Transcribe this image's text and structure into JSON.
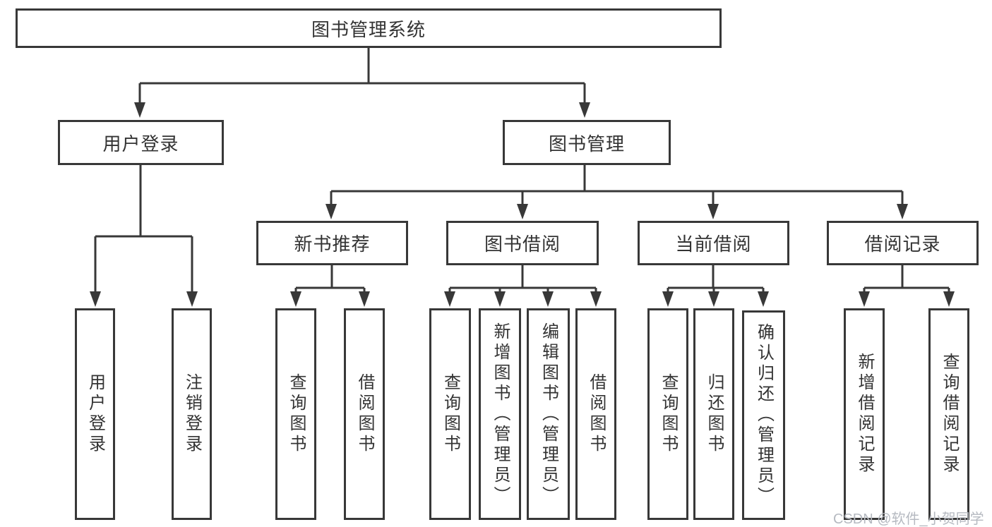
{
  "diagram": {
    "root": {
      "label": "图书管理系统"
    },
    "level2": [
      {
        "label": "用户登录"
      },
      {
        "label": "图书管理"
      }
    ],
    "level3": [
      {
        "label": "新书推荐"
      },
      {
        "label": "图书借阅"
      },
      {
        "label": "当前借阅"
      },
      {
        "label": "借阅记录"
      }
    ],
    "leaves": {
      "user_login": [
        "用户登录",
        "注销登录"
      ],
      "new_book": [
        "查询图书",
        "借阅图书"
      ],
      "book_borrow": [
        "查询图书",
        "新增图书（管理员）",
        "编辑图书（管理员）",
        "借阅图书"
      ],
      "current_borrow": [
        "查询图书",
        "归还图书",
        "确认归还（管理员）"
      ],
      "borrow_record": [
        "新增借阅记录",
        "查询借阅记录"
      ]
    }
  },
  "watermark": {
    "text": "CSDN @软件_小贺同学"
  },
  "colors": {
    "line": "#383838",
    "text": "#333333",
    "background": "#ffffff",
    "watermark": "#b6bac1"
  }
}
